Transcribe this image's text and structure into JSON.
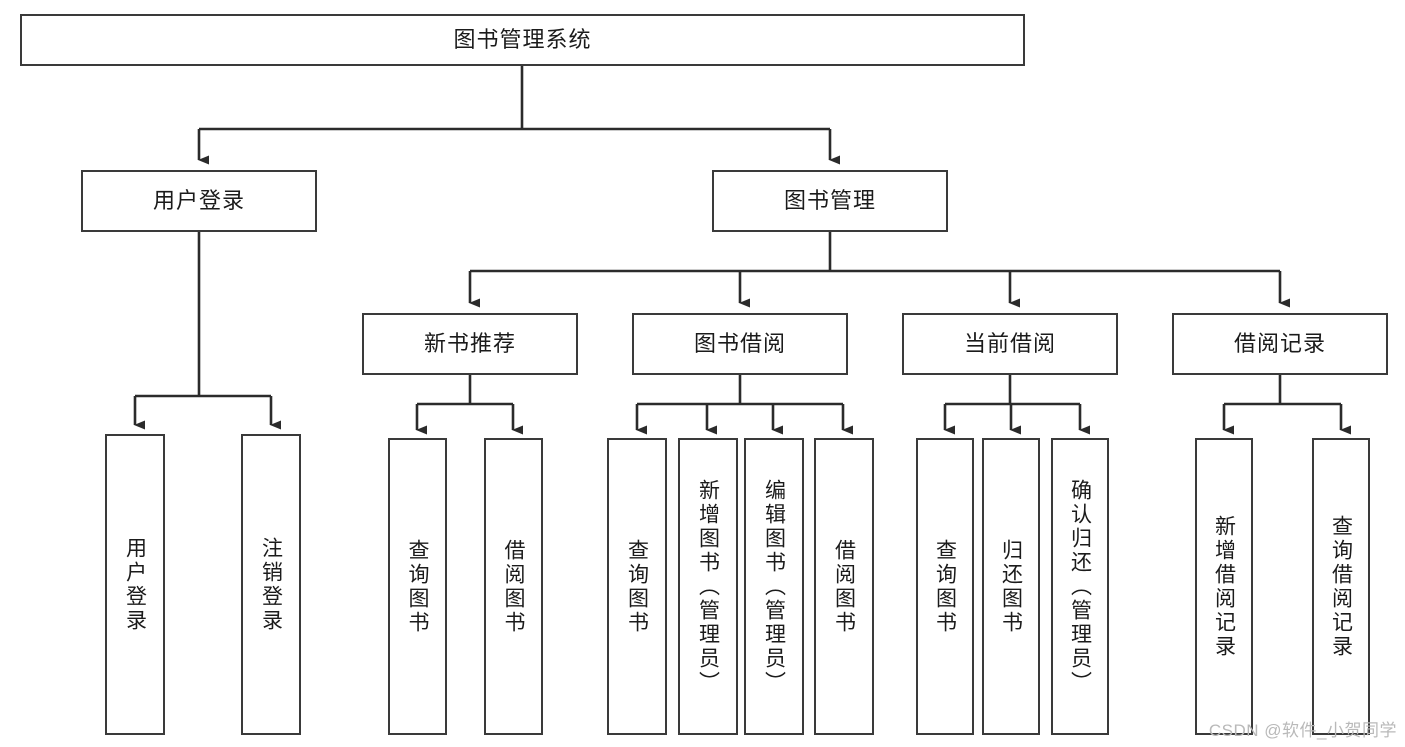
{
  "diagram": {
    "title": "图书管理系统",
    "watermark": "CSDN @软件_小贺同学",
    "colors": {
      "box_border": "#3a3a3a",
      "box_fill": "#ffffff",
      "connector": "#2b2b2b",
      "text": "#1b1b1b",
      "watermark": "#b9b9b9",
      "background": "#ffffff"
    },
    "levels": {
      "root": "图书管理系统",
      "level2": [
        "用户登录",
        "图书管理"
      ],
      "level3": [
        "新书推荐",
        "图书借阅",
        "当前借阅",
        "借阅记录"
      ]
    },
    "nodes": {
      "root": {
        "label": "图书管理系统"
      },
      "user_login": {
        "label": "用户登录"
      },
      "book_manage": {
        "label": "图书管理"
      },
      "new_book_rec": {
        "label": "新书推荐"
      },
      "book_borrow": {
        "label": "图书借阅"
      },
      "current_borrow": {
        "label": "当前借阅"
      },
      "borrow_record": {
        "label": "借阅记录"
      },
      "leaf_user_login": {
        "label": "用户登录"
      },
      "leaf_user_logout": {
        "label": "注销登录"
      },
      "leaf_query_book_1": {
        "label": "查询图书"
      },
      "leaf_borrow_book_1": {
        "label": "借阅图书"
      },
      "leaf_query_book_2": {
        "label": "查询图书"
      },
      "leaf_add_book": {
        "label": "新增图书（管理员）"
      },
      "leaf_edit_book": {
        "label": "编辑图书（管理员）"
      },
      "leaf_borrow_book_2": {
        "label": "借阅图书"
      },
      "leaf_query_book_3": {
        "label": "查询图书"
      },
      "leaf_return_book": {
        "label": "归还图书"
      },
      "leaf_confirm_return": {
        "label": "确认归还（管理员）"
      },
      "leaf_add_record": {
        "label": "新增借阅记录"
      },
      "leaf_query_record": {
        "label": "查询借阅记录"
      }
    },
    "tree": [
      {
        "label": "图书管理系统",
        "children": [
          {
            "label": "用户登录",
            "children": [
              {
                "label": "用户登录"
              },
              {
                "label": "注销登录"
              }
            ]
          },
          {
            "label": "图书管理",
            "children": [
              {
                "label": "新书推荐",
                "children": [
                  {
                    "label": "查询图书"
                  },
                  {
                    "label": "借阅图书"
                  }
                ]
              },
              {
                "label": "图书借阅",
                "children": [
                  {
                    "label": "查询图书"
                  },
                  {
                    "label": "新增图书（管理员）"
                  },
                  {
                    "label": "编辑图书（管理员）"
                  },
                  {
                    "label": "借阅图书"
                  }
                ]
              },
              {
                "label": "当前借阅",
                "children": [
                  {
                    "label": "查询图书"
                  },
                  {
                    "label": "归还图书"
                  },
                  {
                    "label": "确认归还（管理员）"
                  }
                ]
              },
              {
                "label": "借阅记录",
                "children": [
                  {
                    "label": "新增借阅记录"
                  },
                  {
                    "label": "查询借阅记录"
                  }
                ]
              }
            ]
          }
        ]
      }
    ]
  }
}
